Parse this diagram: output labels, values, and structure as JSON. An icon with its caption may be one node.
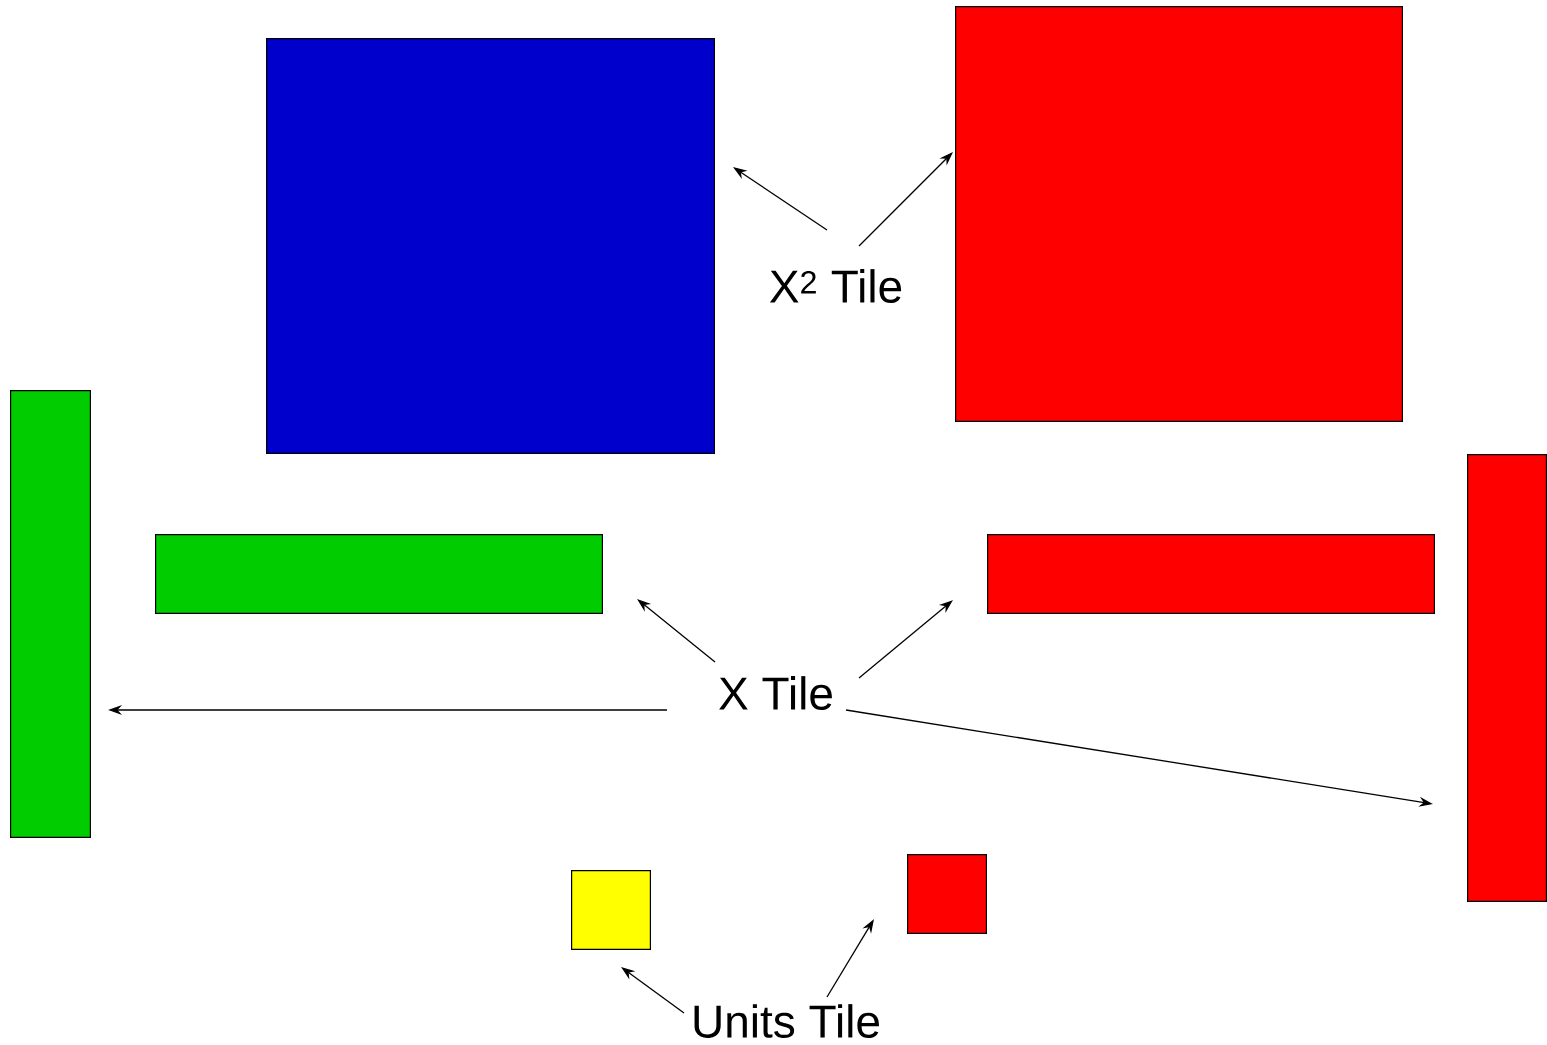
{
  "diagram": {
    "nodes": [
      {
        "text": [],
        "shape": "box"
      },
      {
        "text": [],
        "shape": "box"
      },
      {
        "text": [],
        "shape": "box"
      },
      {
        "text": [],
        "shape": "box"
      },
      {
        "text": [],
        "shape": "box"
      },
      {
        "text": [],
        "shape": "box"
      },
      {
        "text": [],
        "shape": "box"
      },
      {
        "text": [],
        "shape": "box"
      },
      {
        "text": [
          "X$^{2}$ Tile"
        ]
      },
      {
        "text": [
          "X Tile"
        ]
      },
      {
        "text": [
          "Units Tile"
        ]
      }
    ],
    "edges": [
      {
        "from": 8,
        "to": 0,
        "arrow": "to"
      },
      {
        "from": 8,
        "to": 1,
        "arrow": "to"
      },
      {
        "from": 9,
        "to": 3,
        "arrow": "to"
      },
      {
        "from": 9,
        "to": 4,
        "arrow": "to"
      },
      {
        "from": 9,
        "to": 2,
        "arrow": "to"
      },
      {
        "from": 9,
        "to": 5,
        "arrow": "to"
      },
      {
        "from": 10,
        "to": 6,
        "arrow": "to"
      },
      {
        "from": 10,
        "to": 7,
        "arrow": "to"
      }
    ]
  }
}
